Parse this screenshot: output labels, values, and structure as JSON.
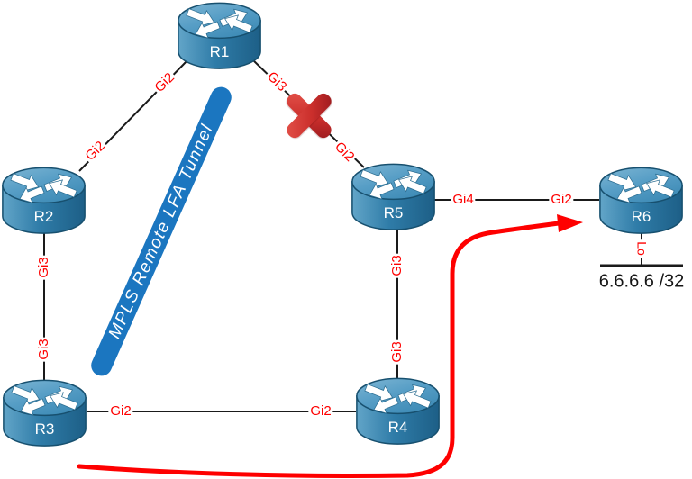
{
  "routers": [
    {
      "name": "R1"
    },
    {
      "name": "R2"
    },
    {
      "name": "R3"
    },
    {
      "name": "R4"
    },
    {
      "name": "R5"
    },
    {
      "name": "R6"
    }
  ],
  "iflabels": [
    {
      "link": "R1-R2",
      "end": "R1",
      "text": "Gi2"
    },
    {
      "link": "R1-R2",
      "end": "R2",
      "text": "Gi2"
    },
    {
      "link": "R1-R5",
      "end": "R1",
      "text": "Gi3"
    },
    {
      "link": "R1-R5",
      "end": "R5",
      "text": "Gi2"
    },
    {
      "link": "R2-R3",
      "end": "R2",
      "text": "Gi3"
    },
    {
      "link": "R2-R3",
      "end": "R3",
      "text": "Gi3"
    },
    {
      "link": "R3-R4",
      "end": "R3",
      "text": "Gi2"
    },
    {
      "link": "R3-R4",
      "end": "R4",
      "text": "Gi2"
    },
    {
      "link": "R4-R5",
      "end": "R5",
      "text": "Gi3"
    },
    {
      "link": "R4-R5",
      "end": "R4",
      "text": "Gi3"
    },
    {
      "link": "R5-R6",
      "end": "R5",
      "text": "Gi4"
    },
    {
      "link": "R5-R6",
      "end": "R6",
      "text": "Gi2"
    },
    {
      "link": "R6-LAN",
      "end": "R6",
      "text": "Lo"
    }
  ],
  "tunnel": {
    "label": "MPLS Remote LFA Tunnel",
    "color": "#1b76c0"
  },
  "failure": {
    "link": "R1-R5",
    "color": "#cb2f2c"
  },
  "lan": {
    "prefix": "6.6.6.6 /32"
  },
  "arrow": {
    "color": "#fe0000"
  }
}
